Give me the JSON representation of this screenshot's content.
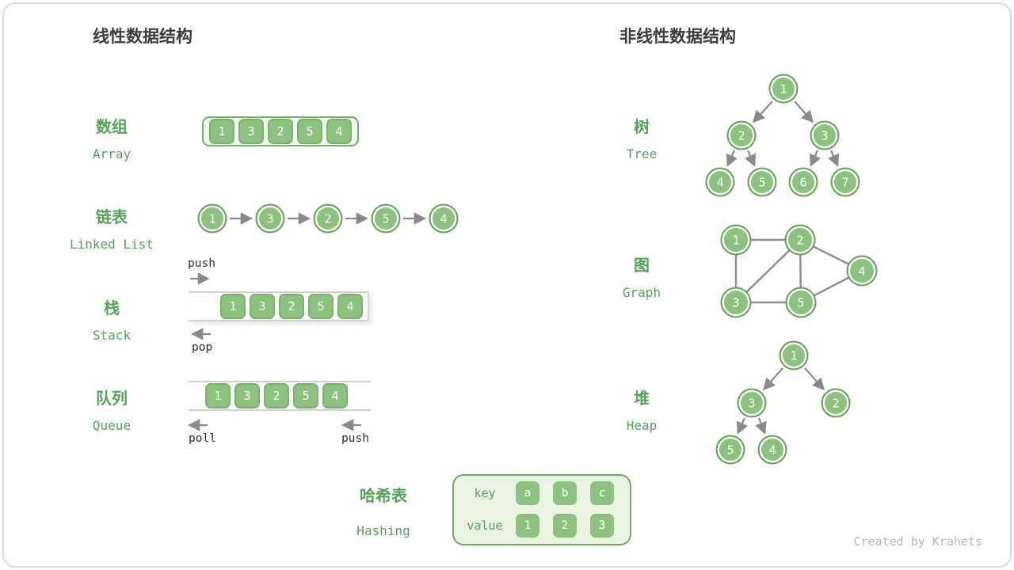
{
  "page": {
    "credit": "Created by Krahets"
  },
  "colors": {
    "node_fill": "#8cc17f",
    "node_border": "#67a05b",
    "label_green": "#57a15a",
    "arrow_gray": "#8a8a8a",
    "container_gray": "#d2d2d2",
    "hash_bg": "#e9f2e3",
    "heading_dark": "#3c3c3c"
  },
  "linear": {
    "title": "线性数据结构",
    "array": {
      "zh": "数组",
      "en": "Array",
      "values": [
        "1",
        "3",
        "2",
        "5",
        "4"
      ]
    },
    "linked_list": {
      "zh": "链表",
      "en": "Linked List",
      "values": [
        "1",
        "3",
        "2",
        "5",
        "4"
      ]
    },
    "stack": {
      "zh": "栈",
      "en": "Stack",
      "values": [
        "1",
        "3",
        "2",
        "5",
        "4"
      ],
      "push": "push",
      "pop": "pop"
    },
    "queue": {
      "zh": "队列",
      "en": "Queue",
      "values": [
        "1",
        "3",
        "2",
        "5",
        "4"
      ],
      "poll": "poll",
      "push": "push"
    },
    "hash": {
      "zh": "哈希表",
      "en": "Hashing",
      "key_label": "key",
      "value_label": "value",
      "keys": [
        "a",
        "b",
        "c"
      ],
      "values": [
        "1",
        "2",
        "3"
      ]
    }
  },
  "nonlinear": {
    "title": "非线性数据结构",
    "tree": {
      "zh": "树",
      "en": "Tree",
      "nodes": [
        "1",
        "2",
        "3",
        "4",
        "5",
        "6",
        "7"
      ],
      "edges": [
        [
          "1",
          "2"
        ],
        [
          "1",
          "3"
        ],
        [
          "2",
          "4"
        ],
        [
          "2",
          "5"
        ],
        [
          "3",
          "6"
        ],
        [
          "3",
          "7"
        ]
      ]
    },
    "graph": {
      "zh": "图",
      "en": "Graph",
      "nodes": [
        "1",
        "2",
        "3",
        "5",
        "4"
      ],
      "edges": [
        [
          "1",
          "2"
        ],
        [
          "1",
          "3"
        ],
        [
          "2",
          "3"
        ],
        [
          "2",
          "5"
        ],
        [
          "3",
          "5"
        ],
        [
          "2",
          "4"
        ],
        [
          "4",
          "5"
        ]
      ]
    },
    "heap": {
      "zh": "堆",
      "en": "Heap",
      "nodes": [
        "1",
        "3",
        "2",
        "5",
        "4"
      ],
      "edges": [
        [
          "1",
          "3"
        ],
        [
          "1",
          "2"
        ],
        [
          "3",
          "5"
        ],
        [
          "3",
          "4"
        ]
      ]
    }
  }
}
